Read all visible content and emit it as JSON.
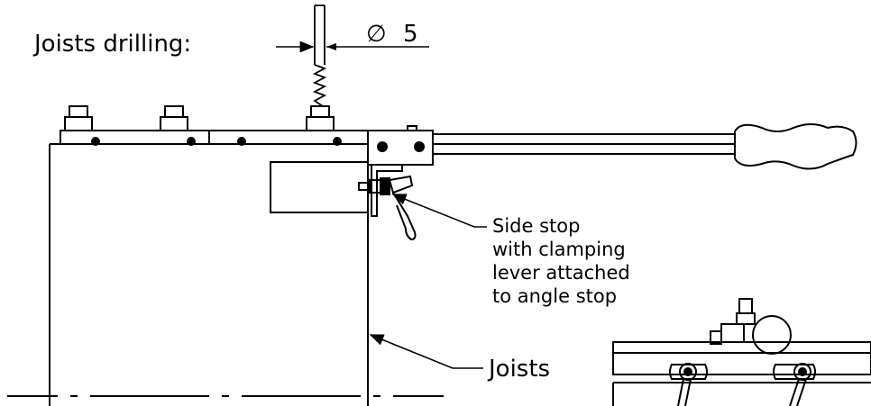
{
  "title": "Joists drilling:",
  "dimension": {
    "symbol": "∅",
    "value": "5"
  },
  "callouts": {
    "side_stop": [
      "Side stop",
      "with clamping",
      "lever attached",
      "to angle stop"
    ],
    "joists": "Joists"
  },
  "colors": {
    "line": "#000000",
    "background": "#ffffff"
  }
}
